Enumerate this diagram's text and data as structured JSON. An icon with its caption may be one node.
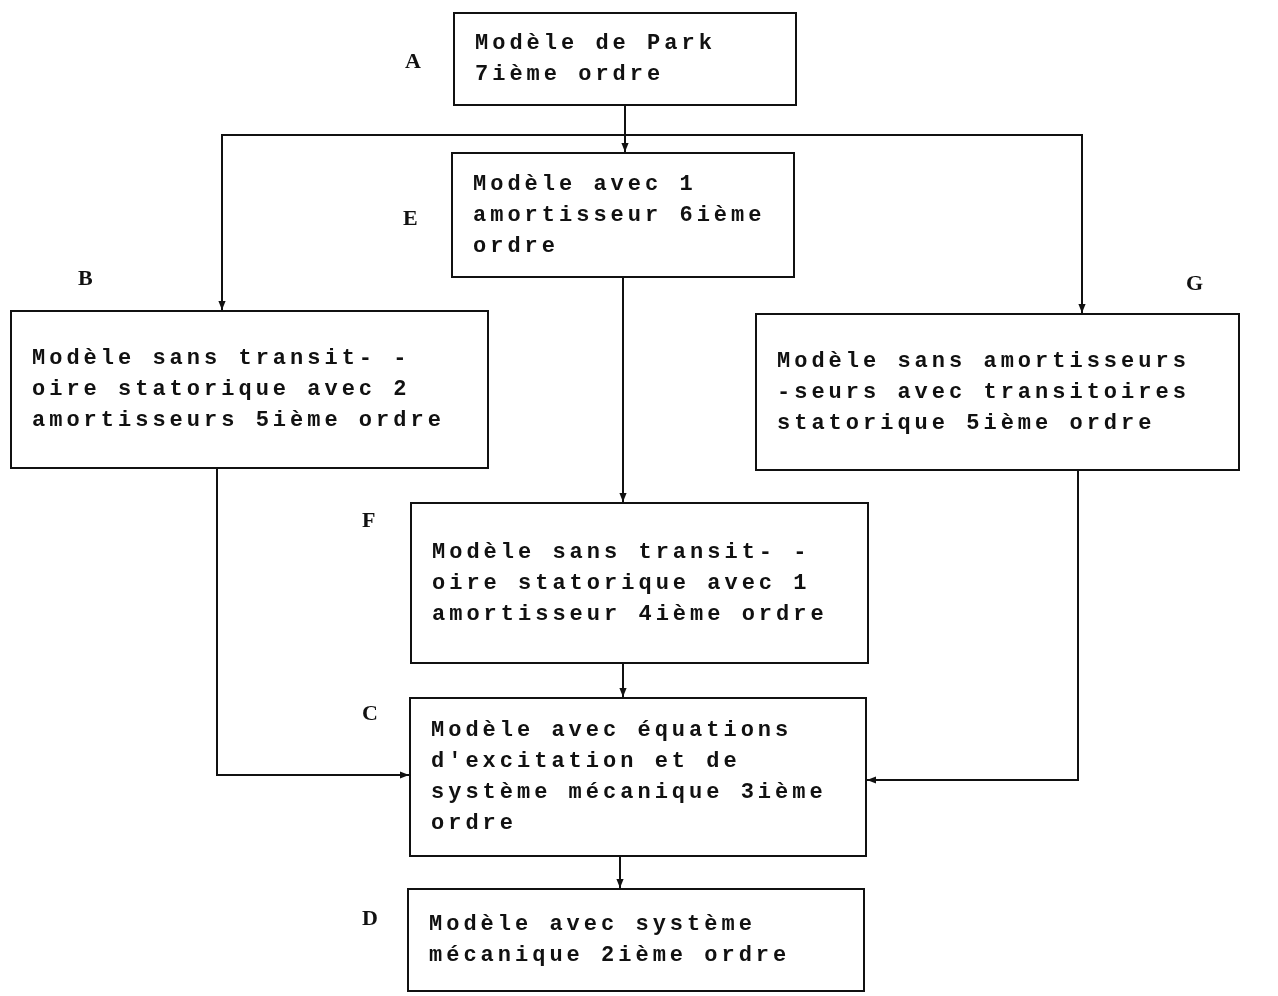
{
  "diagram": {
    "nodes": [
      {
        "text": [
          "Modèle de Park 7ième ordre"
        ],
        "beside": [
          "A"
        ]
      },
      {
        "text": [
          "Modèle avec 1 amortisseur 6ième ordre"
        ],
        "beside": [
          "E"
        ]
      },
      {
        "text": [
          "Modèle sans transit- -oire statorique avec 2 amortisseurs 5ième ordre"
        ],
        "beside": [
          "B"
        ]
      },
      {
        "text": [
          "Modèle sans amortisseurs -seurs avec transitoires statorique 5ième ordre"
        ],
        "beside": [
          "G"
        ]
      },
      {
        "text": [
          "Modèle sans transit- -oire statorique avec 1 amortisseur 4ième ordre"
        ],
        "beside": [
          "F"
        ]
      },
      {
        "text": [
          "Modèle avec équations d'excitation et de système mécanique 3ième ordre"
        ],
        "beside": [
          "C"
        ]
      },
      {
        "text": [
          "Modèle avec système mécanique 2ième ordre"
        ],
        "beside": [
          "D"
        ]
      }
    ],
    "edges": [
      {
        "from": 0,
        "to": 1,
        "arrow": "to"
      },
      {
        "from": 0,
        "to": 2,
        "arrow": "to"
      },
      {
        "from": 0,
        "to": 3,
        "arrow": "to"
      },
      {
        "from": 1,
        "to": 4,
        "arrow": "to"
      },
      {
        "from": 4,
        "to": 5,
        "arrow": "to"
      },
      {
        "from": 2,
        "to": 5,
        "arrow": "to"
      },
      {
        "from": 3,
        "to": 5,
        "arrow": "to"
      },
      {
        "from": 5,
        "to": 6,
        "arrow": "to"
      }
    ]
  }
}
